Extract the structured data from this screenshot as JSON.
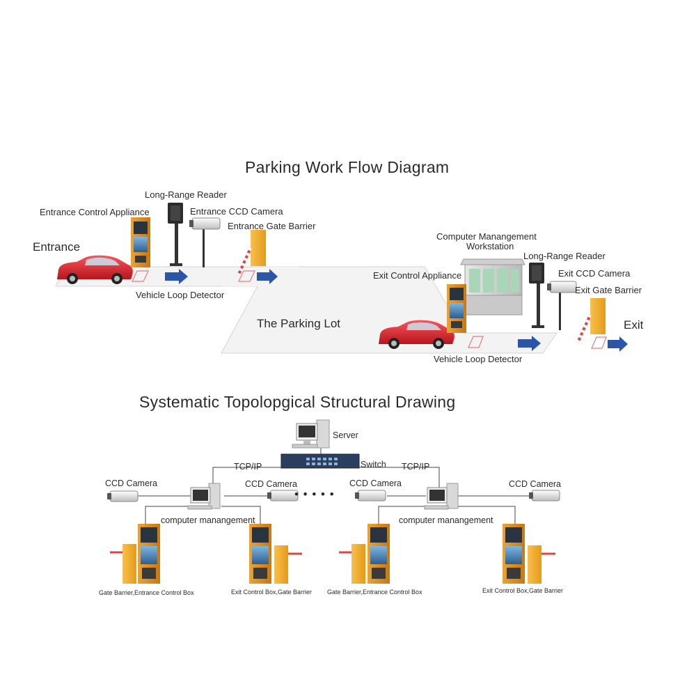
{
  "workflow": {
    "title": "Parking Work Flow Diagram",
    "entrance_label": "Entrance",
    "exit_label": "Exit",
    "parking_lot_label": "The Parking Lot",
    "entrance": {
      "long_range_reader": "Long-Range Reader",
      "control_appliance": "Entrance  Control  Appliance",
      "ccd_camera": "Entrance CCD Camera",
      "gate_barrier": "Entrance Gate Barrier",
      "loop_detector": "Vehicle Loop Detector"
    },
    "exit": {
      "workstation_line1": "Computer Manangement",
      "workstation_line2": "Workstation",
      "long_range_reader": "Long-Range Reader",
      "control_appliance": "Exit Control  Appliance",
      "ccd_camera": "Exit CCD Camera",
      "gate_barrier": "Exit Gate Barrier",
      "loop_detector": "Vehicle Loop Detector"
    }
  },
  "topology": {
    "title": "Systematic Topolopgical Structural Drawing",
    "server_label": "Server",
    "switch_label": "Switch",
    "protocol_left": "TCP/IP",
    "protocol_right": "TCP/IP",
    "cameras": [
      "CCD Camera",
      "CCD Camera",
      "CCD Camera",
      "CCD Camera"
    ],
    "computers": [
      "computer manangement",
      "computer manangement"
    ],
    "ellipsis": "• • • • •",
    "units": [
      "Gate Barrier,Entrance Control Box",
      "Exit Control Box,Gate Barrier",
      "Gate Barrier,Entrance Control Box",
      "Exit Control Box,Gate Barrier"
    ]
  },
  "colors": {
    "car": "#d9232b",
    "barrier": "#f2a82a",
    "kiosk": "#dd8a1e",
    "arrow": "#2b55a8",
    "road": "#f3f3f3",
    "loop": "#e08080",
    "lines": "#444444"
  }
}
